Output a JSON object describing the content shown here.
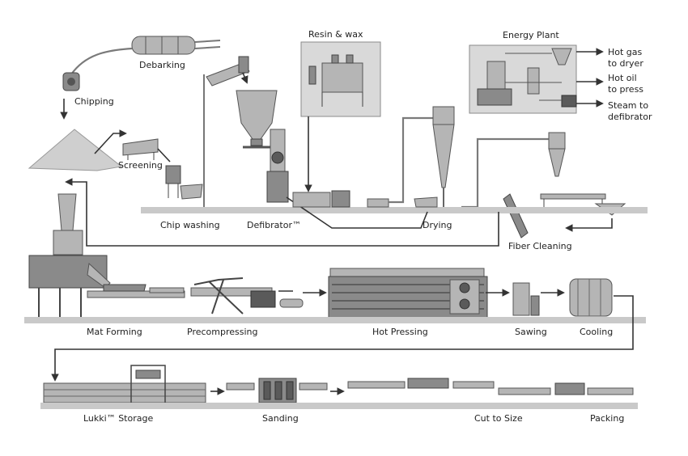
{
  "labels": {
    "debarking": "Debarking",
    "chipping": "Chipping",
    "screening": "Screening",
    "chip_washing": "Chip washing",
    "defibrator": "Defibrator™",
    "resin_wax": "Resin & wax",
    "energy_plant": "Energy Plant",
    "hot_gas_1": "Hot gas",
    "hot_gas_2": "to dryer",
    "hot_oil_1": "Hot oil",
    "hot_oil_2": "to press",
    "steam_1": "Steam to",
    "steam_2": "defibrator",
    "drying": "Drying",
    "fiber_cleaning": "Fiber Cleaning",
    "mat_forming": "Mat Forming",
    "precompressing": "Precompressing",
    "hot_pressing": "Hot Pressing",
    "sawing": "Sawing",
    "cooling": "Cooling",
    "lukki_storage": "Lukki™ Storage",
    "sanding": "Sanding",
    "cut_to_size": "Cut to Size",
    "packing": "Packing"
  }
}
